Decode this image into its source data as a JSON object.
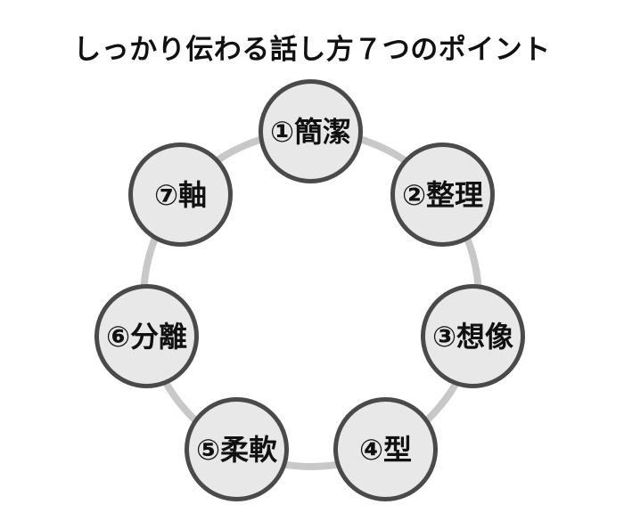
{
  "title": "しっかり伝わる話し方７つのポイント",
  "diagram": {
    "type": "circular-cycle",
    "item_count": 7,
    "items": [
      {
        "number": "①",
        "label": "①簡潔",
        "position": "top"
      },
      {
        "number": "②",
        "label": "②整理",
        "position": "upper-right"
      },
      {
        "number": "③",
        "label": "③想像",
        "position": "right"
      },
      {
        "number": "④",
        "label": "④型",
        "position": "lower-right"
      },
      {
        "number": "⑤",
        "label": "⑤柔軟",
        "position": "lower-left"
      },
      {
        "number": "⑥",
        "label": "⑥分離",
        "position": "left"
      },
      {
        "number": "⑦",
        "label": "⑦軸",
        "position": "upper-left"
      }
    ],
    "colors": {
      "background": "#ffffff",
      "ring": "#c8c8c8",
      "circle_fill": "#e8e8e8",
      "circle_border": "#4a4a4a",
      "text": "#111111"
    }
  }
}
